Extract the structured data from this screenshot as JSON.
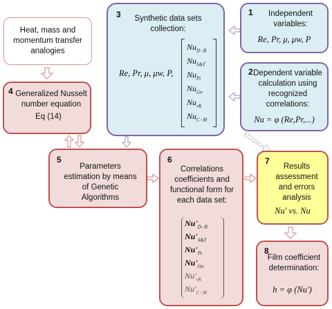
{
  "boxes": {
    "b0": {
      "text": "Heat, mass and momentum transfer analogies"
    },
    "b1": {
      "num": "1",
      "title": "Independent variables:",
      "math": "Re, Pr, μ, μw, P"
    },
    "b2": {
      "num": "2",
      "title": "Dependent variable calculation using recognized correlations:",
      "math": "Nu = φ (Re,Pr,...)"
    },
    "b3": {
      "num": "3",
      "title": "Synthetic data sets collection:",
      "math": "Re, Pr, μ, μw, P,",
      "items": [
        {
          "base": "Nu",
          "sub": "D−B"
        },
        {
          "base": "Nu",
          "sub": "S&T"
        },
        {
          "base": "Nu",
          "sub": "Pt"
        },
        {
          "base": "Nu",
          "sub": "Gn"
        },
        {
          "base": "Nu",
          "sub": "vK"
        },
        {
          "base": "Nu",
          "sub": "C−M"
        }
      ]
    },
    "b4": {
      "num": "4",
      "title": "Generalized Nusselt number equation",
      "eq": "Eq (14)"
    },
    "b5": {
      "num": "5",
      "title": "Parameters estimation by means of Genetic Algorithms"
    },
    "b6": {
      "num": "6",
      "title": "Correlations coefficients and functional form for each data set:",
      "items": [
        {
          "base": "Nu'",
          "sub": "D−B"
        },
        {
          "base": "Nu'",
          "sub": "S&T"
        },
        {
          "base": "Nu'",
          "sub": "Pt"
        },
        {
          "base": "Nu'",
          "sub": "Gn"
        },
        {
          "base": "Nu'",
          "sub": "vK"
        },
        {
          "base": "Nu'",
          "sub": "C−M"
        }
      ]
    },
    "b7": {
      "num": "7",
      "title": "Results assessment and errors analysis",
      "math": "Nu' vs. Nu"
    },
    "b8": {
      "num": "8",
      "title": "Film coefficient determination:",
      "math": "h = φ (Nu')"
    }
  },
  "colors": {
    "blue_fill": "#daeef3",
    "purple_border": "#8064a2",
    "pink_fill": "#f2dcdb",
    "red_border": "#c0504d",
    "yellow_fill": "#ffff99",
    "arrow_outline": "#d99694"
  }
}
